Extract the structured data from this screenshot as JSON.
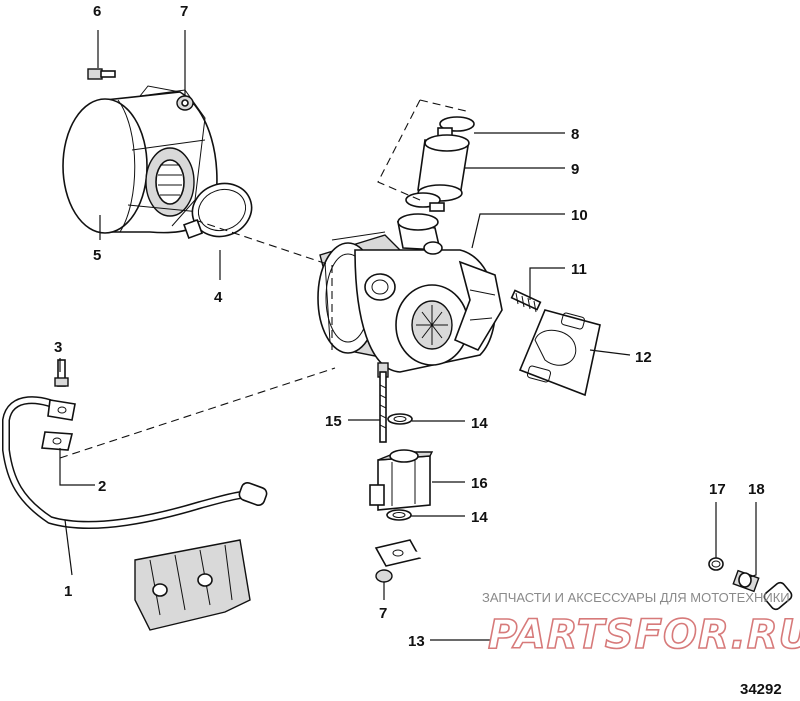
{
  "diagram_id": "34292",
  "callouts": [
    "1",
    "2",
    "3",
    "4",
    "5",
    "6",
    "7",
    "7",
    "8",
    "9",
    "10",
    "11",
    "12",
    "13",
    "14",
    "14",
    "15",
    "16",
    "17",
    "18"
  ],
  "watermark": {
    "caption": "ЗАПЧАСТИ И АКСЕССУАРЫ ДЛЯ МОТОТЕХНИКИ",
    "logo": "PARTSFOR.RU",
    "logo_color": "#d77a7a"
  }
}
